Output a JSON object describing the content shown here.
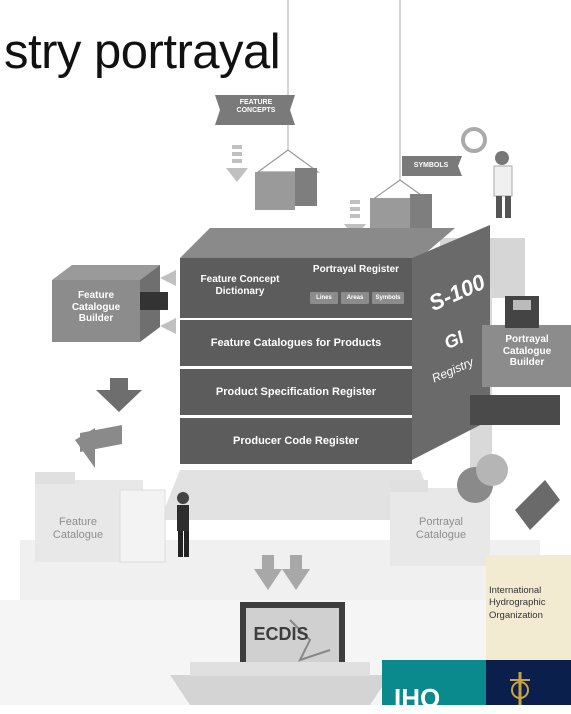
{
  "title": "stry portrayal",
  "concept_tags": {
    "feature_concepts": "FEATURE CONCEPTS",
    "symbols": "SYMBOLS"
  },
  "registry": {
    "feature_concept_dictionary": "Feature Concept Dictionary",
    "portrayal_register": "Portrayal Register",
    "portrayal_register_chips": [
      "Lines",
      "Areas",
      "Symbols"
    ],
    "feature_catalogues_for_products": "Feature Catalogues for Products",
    "product_specification_register": "Product Specification Register",
    "producer_code_register": "Producer Code Register",
    "s100": "S-100",
    "gi": "GI",
    "registry_word": "Registry"
  },
  "builders": {
    "feature_catalogue_builder": "Feature Catalogue Builder",
    "portrayal_catalogue_builder": "Portrayal Catalogue Builder"
  },
  "outputs": {
    "feature_catalogue": "Feature Catalogue",
    "portrayal_catalogue": "Portrayal Catalogue",
    "ecdis": "ECDIS"
  },
  "iho": {
    "name_lines": [
      "International",
      "Hydrographic",
      "Organization"
    ],
    "logo_text": "IHO"
  },
  "colors": {
    "block_dark": "#5c5c5c",
    "block_top": "#7a7a7a",
    "light_grey": "#e6e6e6",
    "iho_teal": "#0a8a8c",
    "iho_navy": "#0b1f4d",
    "iho_beige": "#f3ead2"
  }
}
